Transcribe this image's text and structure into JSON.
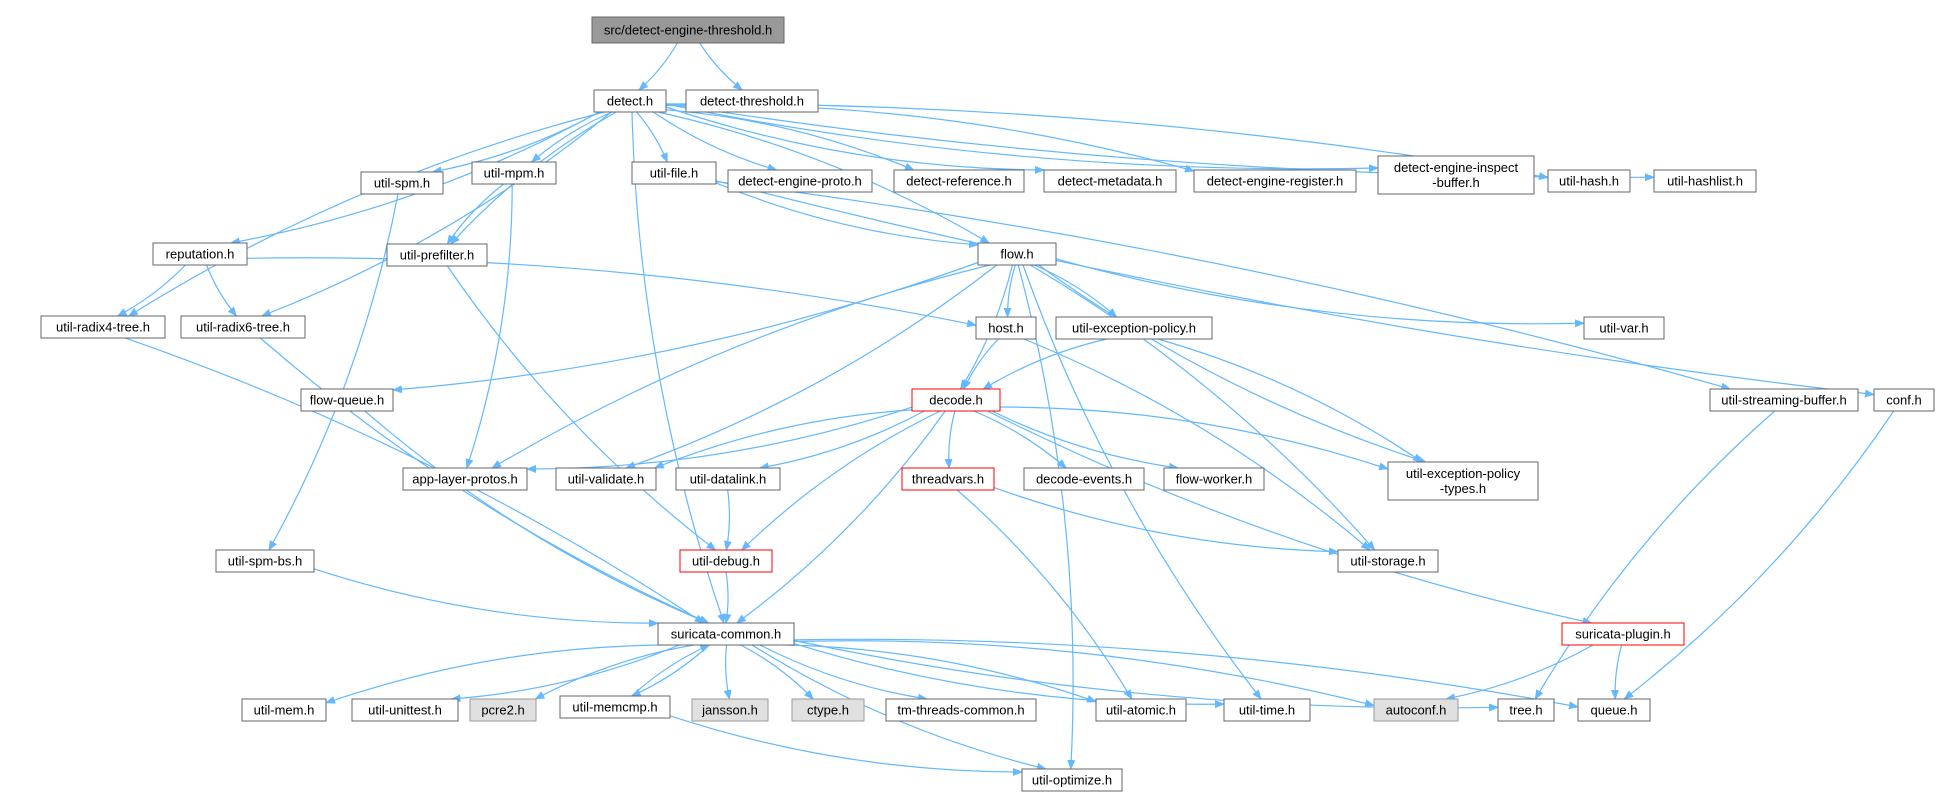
{
  "colors": {
    "edge": "#63b8ff",
    "node_border": "#666666",
    "root_fill": "#999999",
    "root_border": "#666666",
    "system_fill": "#e0e0e0",
    "system_border": "#999999",
    "truncated_border": "#ff0000"
  },
  "nodes": [
    {
      "id": "root",
      "label": "src/detect-engine-threshold.h",
      "style": "root"
    },
    {
      "id": "detect",
      "label": "detect.h",
      "style": "normal"
    },
    {
      "id": "detect_threshold",
      "label": "detect-threshold.h",
      "style": "normal"
    },
    {
      "id": "util_spm",
      "label": "util-spm.h",
      "style": "normal"
    },
    {
      "id": "util_mpm",
      "label": "util-mpm.h",
      "style": "normal"
    },
    {
      "id": "util_file",
      "label": "util-file.h",
      "style": "normal"
    },
    {
      "id": "detect_engine_proto",
      "label": "detect-engine-proto.h",
      "style": "normal"
    },
    {
      "id": "detect_reference",
      "label": "detect-reference.h",
      "style": "normal"
    },
    {
      "id": "detect_metadata",
      "label": "detect-metadata.h",
      "style": "normal"
    },
    {
      "id": "detect_engine_register",
      "label": "detect-engine-register.h",
      "style": "normal"
    },
    {
      "id": "detect_engine_inspect_buffer",
      "label": "detect-engine-inspect\n-buffer.h",
      "style": "normal"
    },
    {
      "id": "util_hash",
      "label": "util-hash.h",
      "style": "normal"
    },
    {
      "id": "util_hashlist",
      "label": "util-hashlist.h",
      "style": "normal"
    },
    {
      "id": "reputation",
      "label": "reputation.h",
      "style": "normal"
    },
    {
      "id": "util_prefilter",
      "label": "util-prefilter.h",
      "style": "normal"
    },
    {
      "id": "flow",
      "label": "flow.h",
      "style": "normal"
    },
    {
      "id": "util_radix4_tree",
      "label": "util-radix4-tree.h",
      "style": "normal"
    },
    {
      "id": "util_radix6_tree",
      "label": "util-radix6-tree.h",
      "style": "normal"
    },
    {
      "id": "host",
      "label": "host.h",
      "style": "normal"
    },
    {
      "id": "util_exception_policy",
      "label": "util-exception-policy.h",
      "style": "normal"
    },
    {
      "id": "util_var",
      "label": "util-var.h",
      "style": "normal"
    },
    {
      "id": "flow_queue",
      "label": "flow-queue.h",
      "style": "normal"
    },
    {
      "id": "decode",
      "label": "decode.h",
      "style": "truncated"
    },
    {
      "id": "util_streaming_buffer",
      "label": "util-streaming-buffer.h",
      "style": "normal"
    },
    {
      "id": "conf",
      "label": "conf.h",
      "style": "normal"
    },
    {
      "id": "app_layer_protos",
      "label": "app-layer-protos.h",
      "style": "normal"
    },
    {
      "id": "util_validate",
      "label": "util-validate.h",
      "style": "normal"
    },
    {
      "id": "util_datalink",
      "label": "util-datalink.h",
      "style": "normal"
    },
    {
      "id": "threadvars",
      "label": "threadvars.h",
      "style": "truncated"
    },
    {
      "id": "decode_events",
      "label": "decode-events.h",
      "style": "normal"
    },
    {
      "id": "flow_worker",
      "label": "flow-worker.h",
      "style": "normal"
    },
    {
      "id": "util_exception_policy_types",
      "label": "util-exception-policy\n-types.h",
      "style": "normal"
    },
    {
      "id": "util_spm_bs",
      "label": "util-spm-bs.h",
      "style": "normal"
    },
    {
      "id": "util_debug",
      "label": "util-debug.h",
      "style": "truncated"
    },
    {
      "id": "util_storage",
      "label": "util-storage.h",
      "style": "normal"
    },
    {
      "id": "suricata_common",
      "label": "suricata-common.h",
      "style": "normal"
    },
    {
      "id": "suricata_plugin",
      "label": "suricata-plugin.h",
      "style": "truncated"
    },
    {
      "id": "util_mem",
      "label": "util-mem.h",
      "style": "normal"
    },
    {
      "id": "util_unittest",
      "label": "util-unittest.h",
      "style": "normal"
    },
    {
      "id": "pcre2",
      "label": "pcre2.h",
      "style": "system"
    },
    {
      "id": "util_memcmp",
      "label": "util-memcmp.h",
      "style": "normal"
    },
    {
      "id": "jansson",
      "label": "jansson.h",
      "style": "system"
    },
    {
      "id": "ctype",
      "label": "ctype.h",
      "style": "system"
    },
    {
      "id": "tm_threads_common",
      "label": "tm-threads-common.h",
      "style": "normal"
    },
    {
      "id": "util_atomic",
      "label": "util-atomic.h",
      "style": "normal"
    },
    {
      "id": "util_time",
      "label": "util-time.h",
      "style": "normal"
    },
    {
      "id": "autoconf",
      "label": "autoconf.h",
      "style": "system"
    },
    {
      "id": "tree",
      "label": "tree.h",
      "style": "normal"
    },
    {
      "id": "queue",
      "label": "queue.h",
      "style": "normal"
    },
    {
      "id": "util_optimize",
      "label": "util-optimize.h",
      "style": "normal"
    }
  ],
  "edges": [
    [
      "root",
      "detect"
    ],
    [
      "root",
      "detect_threshold"
    ],
    [
      "detect",
      "util_spm"
    ],
    [
      "detect",
      "util_mpm"
    ],
    [
      "detect",
      "util_file"
    ],
    [
      "detect",
      "detect_engine_proto"
    ],
    [
      "detect",
      "detect_reference"
    ],
    [
      "detect",
      "detect_metadata"
    ],
    [
      "detect",
      "detect_engine_register"
    ],
    [
      "detect",
      "detect_engine_inspect_buffer"
    ],
    [
      "detect",
      "util_hash"
    ],
    [
      "detect",
      "util_hashlist"
    ],
    [
      "detect",
      "reputation"
    ],
    [
      "detect",
      "util_prefilter"
    ],
    [
      "detect",
      "flow"
    ],
    [
      "detect",
      "util_radix4_tree"
    ],
    [
      "detect",
      "util_radix6_tree"
    ],
    [
      "detect",
      "suricata_common"
    ],
    [
      "util_spm",
      "util_spm_bs"
    ],
    [
      "util_mpm",
      "util_prefilter"
    ],
    [
      "util_mpm",
      "app_layer_protos"
    ],
    [
      "util_file",
      "flow"
    ],
    [
      "util_file",
      "util_streaming_buffer"
    ],
    [
      "util_file",
      "conf"
    ],
    [
      "reputation",
      "util_radix4_tree"
    ],
    [
      "reputation",
      "util_radix6_tree"
    ],
    [
      "reputation",
      "host"
    ],
    [
      "util_prefilter",
      "util_debug"
    ],
    [
      "util_radix4_tree",
      "suricata_common"
    ],
    [
      "util_radix6_tree",
      "suricata_common"
    ],
    [
      "flow",
      "decode"
    ],
    [
      "flow",
      "host"
    ],
    [
      "flow",
      "util_exception_policy"
    ],
    [
      "flow",
      "util_var"
    ],
    [
      "flow",
      "flow_queue"
    ],
    [
      "flow",
      "app_layer_protos"
    ],
    [
      "flow",
      "util_validate"
    ],
    [
      "flow",
      "util_exception_policy_types"
    ],
    [
      "flow",
      "util_storage"
    ],
    [
      "flow",
      "util_time"
    ],
    [
      "flow",
      "util_optimize"
    ],
    [
      "host",
      "decode"
    ],
    [
      "host",
      "util_storage"
    ],
    [
      "util_exception_policy",
      "decode"
    ],
    [
      "util_exception_policy",
      "util_exception_policy_types"
    ],
    [
      "flow_queue",
      "suricata_common"
    ],
    [
      "decode",
      "app_layer_protos"
    ],
    [
      "decode",
      "util_validate"
    ],
    [
      "decode",
      "util_datalink"
    ],
    [
      "decode",
      "threadvars"
    ],
    [
      "decode",
      "decode_events"
    ],
    [
      "decode",
      "flow_worker"
    ],
    [
      "decode",
      "util_exception_policy_types"
    ],
    [
      "decode",
      "util_debug"
    ],
    [
      "decode",
      "suricata_common"
    ],
    [
      "decode",
      "suricata_plugin"
    ],
    [
      "util_datalink",
      "util_debug"
    ],
    [
      "threadvars",
      "util_storage"
    ],
    [
      "threadvars",
      "util_atomic"
    ],
    [
      "util_spm_bs",
      "suricata_common"
    ],
    [
      "util_debug",
      "suricata_common"
    ],
    [
      "util_streaming_buffer",
      "tree"
    ],
    [
      "conf",
      "queue"
    ],
    [
      "suricata_common",
      "util_mem"
    ],
    [
      "suricata_common",
      "util_unittest"
    ],
    [
      "suricata_common",
      "pcre2"
    ],
    [
      "suricata_common",
      "util_memcmp"
    ],
    [
      "suricata_common",
      "jansson"
    ],
    [
      "suricata_common",
      "ctype"
    ],
    [
      "suricata_common",
      "tm_threads_common"
    ],
    [
      "suricata_common",
      "util_atomic"
    ],
    [
      "suricata_common",
      "util_time"
    ],
    [
      "suricata_common",
      "autoconf"
    ],
    [
      "suricata_common",
      "tree"
    ],
    [
      "suricata_common",
      "queue"
    ],
    [
      "suricata_common",
      "util_optimize"
    ],
    [
      "util_memcmp",
      "suricata_common"
    ],
    [
      "util_memcmp",
      "util_optimize"
    ],
    [
      "suricata_plugin",
      "autoconf"
    ],
    [
      "suricata_plugin",
      "queue"
    ]
  ]
}
